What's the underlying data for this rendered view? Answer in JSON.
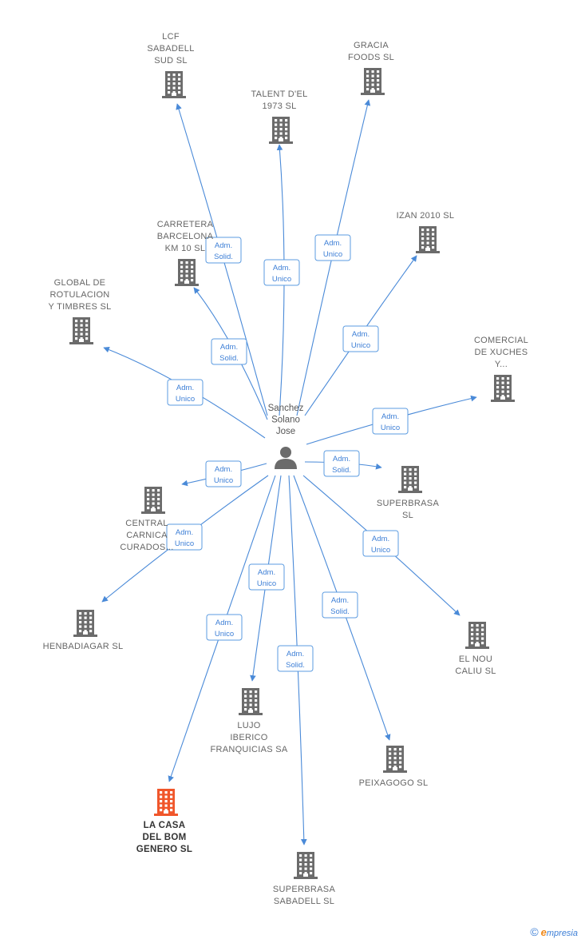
{
  "center": {
    "label_lines": [
      "Sanchez",
      "Solano",
      "Jose"
    ],
    "icon": "person-icon"
  },
  "colors": {
    "edge": "#4a8ad8",
    "node": "#6b6b6b",
    "highlight": "#f0562b",
    "badge_border": "#5b9be0",
    "badge_text": "#3d7fd6"
  },
  "nodes": [
    {
      "id": "lcf",
      "label_lines": [
        "LCF",
        "SABADELL",
        "SUD  SL"
      ],
      "highlight": false
    },
    {
      "id": "gracia",
      "label_lines": [
        "GRACIA",
        "FOODS  SL"
      ],
      "highlight": false
    },
    {
      "id": "talent",
      "label_lines": [
        "TALENT D'EL",
        "1973  SL"
      ],
      "highlight": false
    },
    {
      "id": "carretera",
      "label_lines": [
        "CARRETERA",
        "BARCELONA",
        "KM 10  SL"
      ],
      "highlight": false
    },
    {
      "id": "izan",
      "label_lines": [
        "IZAN 2010  SL"
      ],
      "highlight": false
    },
    {
      "id": "global",
      "label_lines": [
        "GLOBAL DE",
        "ROTULACION",
        "Y TIMBRES  SL"
      ],
      "highlight": false
    },
    {
      "id": "comercial",
      "label_lines": [
        "COMERCIAL",
        "DE XUCHES",
        "Y..."
      ],
      "highlight": false
    },
    {
      "id": "superbrasa",
      "label_lines": [
        "SUPERBRASA",
        "SL"
      ],
      "highlight": false
    },
    {
      "id": "central",
      "label_lines": [
        "CENTRAL",
        "CARNICA",
        "CURADOS..."
      ],
      "highlight": false
    },
    {
      "id": "henbadiagar",
      "label_lines": [
        "HENBADIAGAR SL"
      ],
      "highlight": false
    },
    {
      "id": "elnou",
      "label_lines": [
        "EL NOU",
        "CALIU  SL"
      ],
      "highlight": false
    },
    {
      "id": "lujo",
      "label_lines": [
        "LUJO",
        "IBERICO",
        "FRANQUICIAS SA"
      ],
      "highlight": false
    },
    {
      "id": "peixagogo",
      "label_lines": [
        "PEIXAGOGO  SL"
      ],
      "highlight": false
    },
    {
      "id": "lacasa",
      "label_lines": [
        "LA CASA",
        "DEL BOM",
        "GENERO  SL"
      ],
      "highlight": true
    },
    {
      "id": "superbrasa_sab",
      "label_lines": [
        "SUPERBRASA",
        "SABADELL  SL"
      ],
      "highlight": false
    }
  ],
  "edges": [
    {
      "to": "lcf",
      "label_lines": [
        "Adm.",
        "Solid."
      ]
    },
    {
      "to": "gracia",
      "label_lines": [
        "Adm.",
        "Unico"
      ]
    },
    {
      "to": "talent",
      "label_lines": [
        "Adm.",
        "Unico"
      ]
    },
    {
      "to": "carretera",
      "label_lines": [
        "Adm.",
        "Solid."
      ]
    },
    {
      "to": "izan",
      "label_lines": [
        "Adm.",
        "Unico"
      ]
    },
    {
      "to": "global",
      "label_lines": [
        "Adm.",
        "Unico"
      ]
    },
    {
      "to": "comercial",
      "label_lines": [
        "Adm.",
        "Unico"
      ]
    },
    {
      "to": "superbrasa",
      "label_lines": [
        "Adm.",
        "Solid."
      ]
    },
    {
      "to": "central",
      "label_lines": [
        "Adm.",
        "Unico"
      ]
    },
    {
      "to": "henbadiagar",
      "label_lines": [
        "Adm.",
        "Unico"
      ]
    },
    {
      "to": "elnou",
      "label_lines": [
        "Adm.",
        "Unico"
      ]
    },
    {
      "to": "lujo",
      "label_lines": [
        "Adm.",
        "Unico"
      ]
    },
    {
      "to": "peixagogo",
      "label_lines": [
        "Adm.",
        "Solid."
      ]
    },
    {
      "to": "lacasa",
      "label_lines": [
        "Adm.",
        "Unico"
      ]
    },
    {
      "to": "superbrasa_sab",
      "label_lines": [
        "Adm.",
        "Solid."
      ]
    }
  ],
  "footer": {
    "copyright_symbol": "©",
    "brand_initial": "e",
    "brand_rest": "mpresia"
  }
}
